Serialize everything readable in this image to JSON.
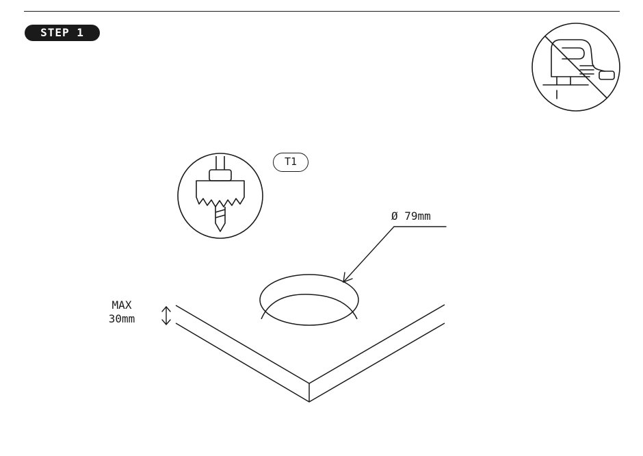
{
  "step": {
    "label": "STEP 1"
  },
  "tool": {
    "tag": "T1",
    "icon": "hole-saw-icon"
  },
  "warning": {
    "icon": "no-jigsaw-icon"
  },
  "hole": {
    "diameter_label": "Ø 79mm"
  },
  "thickness": {
    "line1": "MAX",
    "line2": "30mm"
  },
  "colors": {
    "ink": "#1a1a1a",
    "paper": "#ffffff"
  }
}
